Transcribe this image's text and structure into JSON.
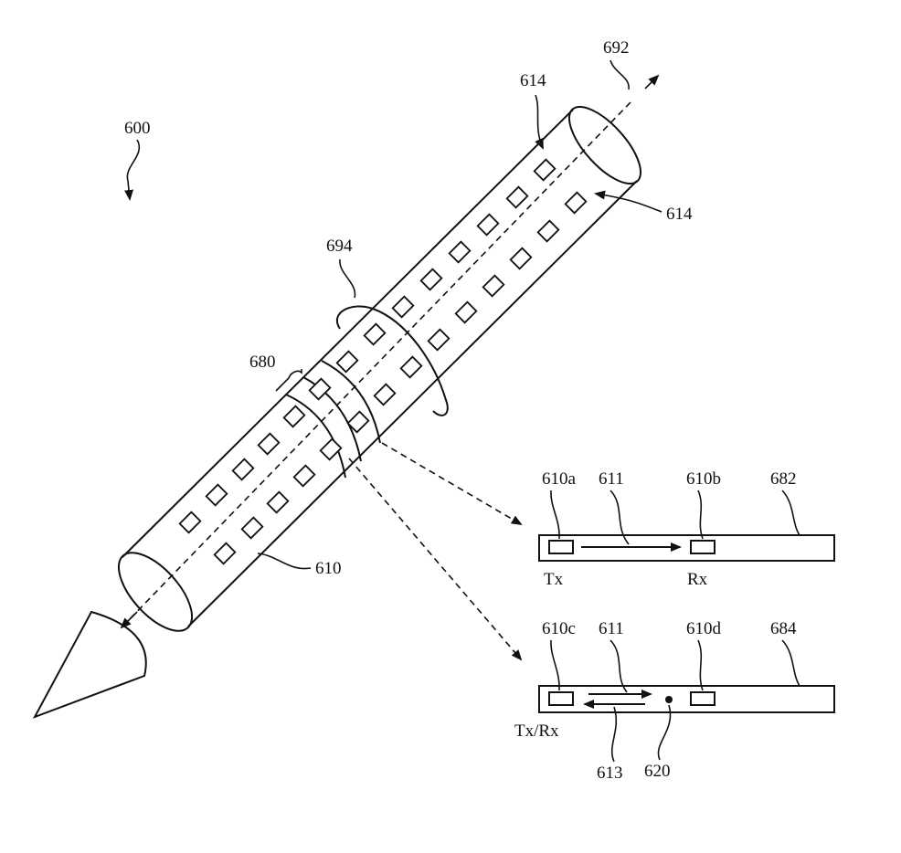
{
  "labels": {
    "fig_ref": "600",
    "axis_ref": "692",
    "rotation_ref": "694",
    "band_ref": "680",
    "sensor_top": "614",
    "sensor_side": "614",
    "sensor_bottom": "610",
    "strip_a_ref": "682",
    "strip_b_ref": "684",
    "a_left": "610a",
    "a_right": "610b",
    "a_signal": "611",
    "a_tx": "Tx",
    "a_rx": "Rx",
    "b_left": "610c",
    "b_right": "610d",
    "b_signal_out": "611",
    "b_signal_back": "613",
    "b_txrx": "Tx/Rx",
    "b_point": "620"
  }
}
